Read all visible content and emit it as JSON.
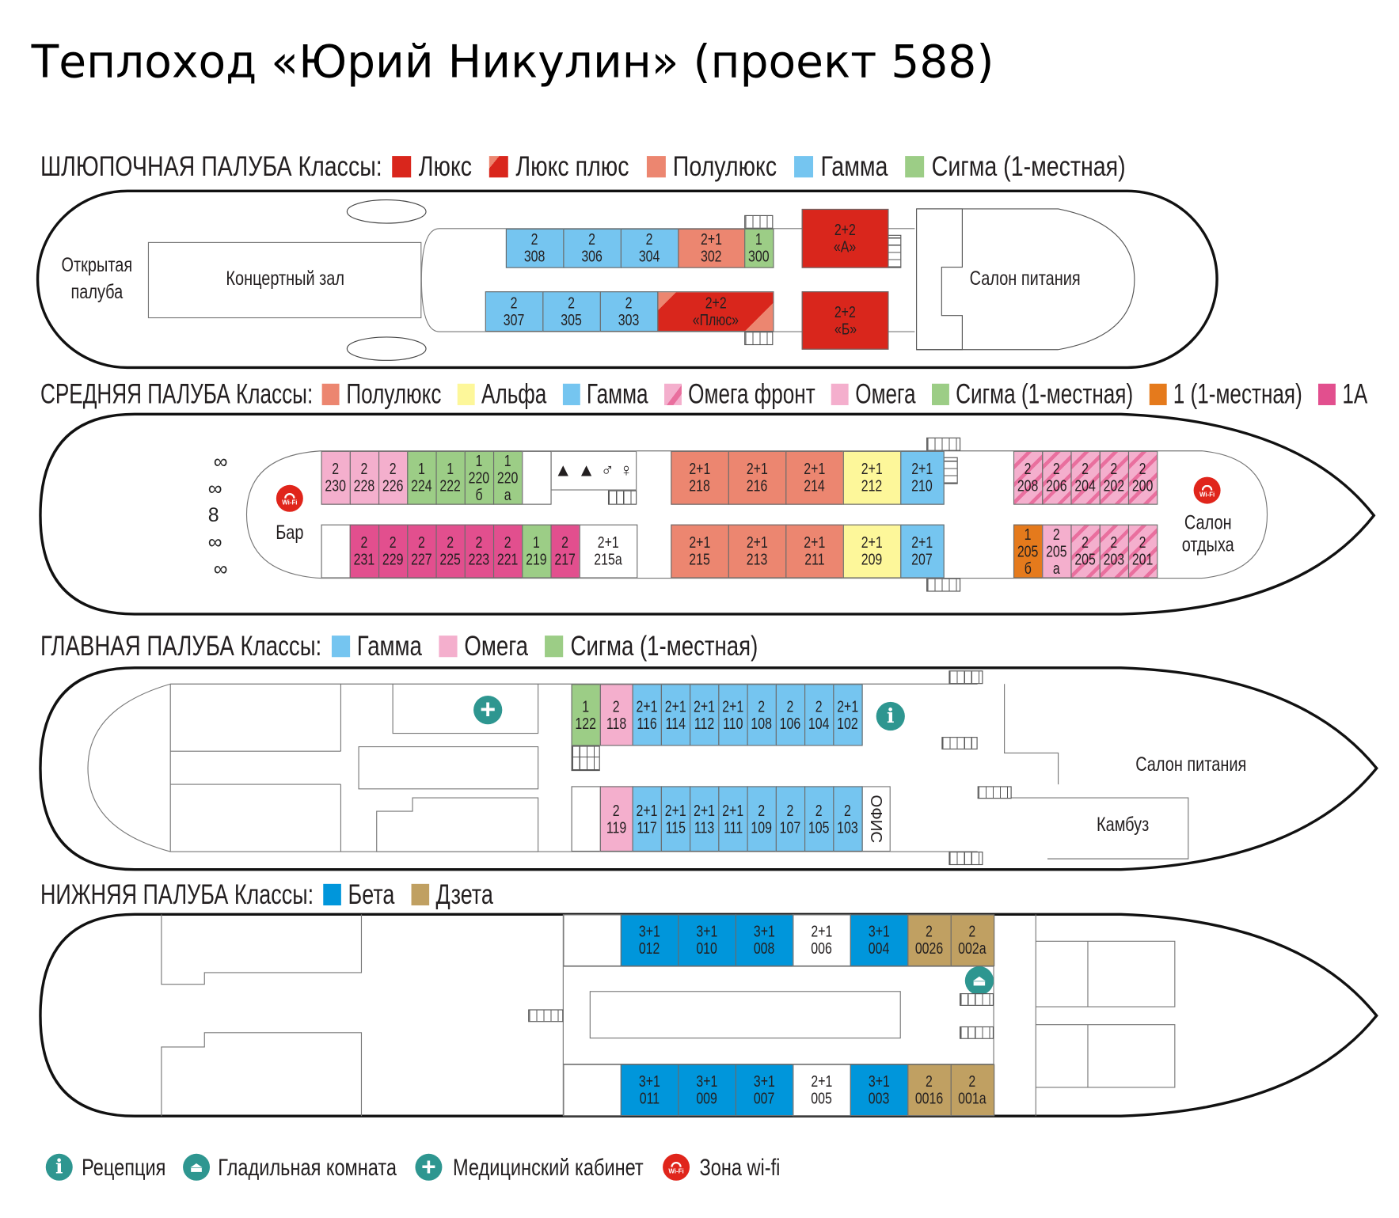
{
  "title": "Теплоход «Юрий Никулин» (проект 588)",
  "colors": {
    "lux": "#d9261c",
    "semilux": "#ec8670",
    "gamma": "#75c5f0",
    "sigma": "#9ccd86",
    "alpha": "#fdf79a",
    "omega": "#f4afcd",
    "omega_front_stripe": "#e96f9e",
    "single": "#e57a1c",
    "a1": "#e24f8e",
    "beta": "#0096db",
    "zeta": "#c0a062",
    "icon_teal": "#2e9690"
  },
  "decks": [
    {
      "name": "ШЛЮПОЧНАЯ ПАЛУБА Классы:",
      "legend": [
        "Люкс",
        "Люкс плюс",
        "Полулюкс",
        "Гамма",
        "Сигма (1-местная)"
      ],
      "areas": {
        "open_deck_1": "Открытая",
        "open_deck_2": "палуба",
        "concert_hall": "Концертный зал",
        "dining": "Салон питания"
      },
      "rows": [
        {
          "rooms": [
            {
              "l": [
                "2",
                "308"
              ],
              "c": "gamma"
            },
            {
              "l": [
                "2",
                "306"
              ],
              "c": "gamma"
            },
            {
              "l": [
                "2",
                "304"
              ],
              "c": "gamma"
            },
            {
              "l": [
                "2+1",
                "302"
              ],
              "c": "semilux"
            },
            {
              "l": [
                "1",
                "300"
              ],
              "c": "sigma"
            }
          ]
        },
        {
          "rooms": [
            {
              "l": [
                "2+2",
                "«А»"
              ],
              "c": "lux"
            }
          ]
        },
        {
          "rooms": [
            {
              "l": [
                "2",
                "307"
              ],
              "c": "gamma"
            },
            {
              "l": [
                "2",
                "305"
              ],
              "c": "gamma"
            },
            {
              "l": [
                "2",
                "303"
              ],
              "c": "gamma"
            },
            {
              "l": [
                "2+2",
                "«Плюс»"
              ],
              "c": "luxplus"
            }
          ]
        },
        {
          "rooms": [
            {
              "l": [
                "2+2",
                "«Б»"
              ],
              "c": "lux"
            }
          ]
        }
      ]
    },
    {
      "name": "СРЕДНЯЯ ПАЛУБА Классы:",
      "legend": [
        "Полулюкс",
        "Альфа",
        "Гамма",
        "Омега фронт",
        "Омега",
        "Сигма (1-местная)",
        "1 (1-местная)",
        "1А"
      ],
      "areas": {
        "bar": "Бар",
        "lounge_1": "Салон",
        "lounge_2": "отдыха"
      },
      "rows": [
        {
          "rooms": [
            {
              "l": [
                "2",
                "230"
              ],
              "c": "omega"
            },
            {
              "l": [
                "2",
                "228"
              ],
              "c": "omega"
            },
            {
              "l": [
                "2",
                "226"
              ],
              "c": "omega"
            },
            {
              "l": [
                "1",
                "224"
              ],
              "c": "sigma"
            },
            {
              "l": [
                "1",
                "222"
              ],
              "c": "sigma"
            },
            {
              "l": [
                "1",
                "220",
                "б"
              ],
              "c": "sigma"
            },
            {
              "l": [
                "1",
                "220",
                "а"
              ],
              "c": "sigma"
            },
            {
              "l": [],
              "c": "blank"
            }
          ]
        },
        {
          "rooms": [
            {
              "l": [
                "2+1",
                "218"
              ],
              "c": "semilux"
            },
            {
              "l": [
                "2+1",
                "216"
              ],
              "c": "semilux"
            },
            {
              "l": [
                "2+1",
                "214"
              ],
              "c": "semilux"
            },
            {
              "l": [
                "2+1",
                "212"
              ],
              "c": "alpha"
            },
            {
              "l": [
                "2+1",
                "210"
              ],
              "c": "gamma"
            }
          ]
        },
        {
          "rooms": [
            {
              "l": [
                "2",
                "208"
              ],
              "c": "omegafront"
            },
            {
              "l": [
                "2",
                "206"
              ],
              "c": "omegafront"
            },
            {
              "l": [
                "2",
                "204"
              ],
              "c": "omegafront"
            },
            {
              "l": [
                "2",
                "202"
              ],
              "c": "omegafront"
            },
            {
              "l": [
                "2",
                "200"
              ],
              "c": "omegafront"
            }
          ]
        },
        {
          "rooms": [
            {
              "l": [],
              "c": "blank"
            },
            {
              "l": [
                "2",
                "231"
              ],
              "c": "a1"
            },
            {
              "l": [
                "2",
                "229"
              ],
              "c": "a1"
            },
            {
              "l": [
                "2",
                "227"
              ],
              "c": "a1"
            },
            {
              "l": [
                "2",
                "225"
              ],
              "c": "a1"
            },
            {
              "l": [
                "2",
                "223"
              ],
              "c": "a1"
            },
            {
              "l": [
                "2",
                "221"
              ],
              "c": "a1"
            },
            {
              "l": [
                "1",
                "219"
              ],
              "c": "sigma"
            },
            {
              "l": [
                "2",
                "217"
              ],
              "c": "a1"
            },
            {
              "l": [
                "2+1",
                "215а"
              ],
              "c": "white"
            }
          ]
        },
        {
          "rooms": [
            {
              "l": [
                "2+1",
                "215"
              ],
              "c": "semilux"
            },
            {
              "l": [
                "2+1",
                "213"
              ],
              "c": "semilux"
            },
            {
              "l": [
                "2+1",
                "211"
              ],
              "c": "semilux"
            },
            {
              "l": [
                "2+1",
                "209"
              ],
              "c": "alpha"
            },
            {
              "l": [
                "2+1",
                "207"
              ],
              "c": "gamma"
            }
          ]
        },
        {
          "rooms": [
            {
              "l": [
                "1",
                "205",
                "б"
              ],
              "c": "single"
            },
            {
              "l": [
                "2",
                "205",
                "а"
              ],
              "c": "omega"
            },
            {
              "l": [
                "2",
                "205"
              ],
              "c": "omegafront"
            },
            {
              "l": [
                "2",
                "203"
              ],
              "c": "omegafront"
            },
            {
              "l": [
                "2",
                "201"
              ],
              "c": "omegafront"
            }
          ]
        }
      ]
    },
    {
      "name": "ГЛАВНАЯ ПАЛУБА Классы:",
      "legend": [
        "Гамма",
        "Омега",
        "Сигма (1-местная)"
      ],
      "areas": {
        "dining": "Салон питания",
        "galley": "Камбуз",
        "office": "ОФИС"
      },
      "rows": [
        {
          "rooms": [
            {
              "l": [
                "1",
                "122"
              ],
              "c": "sigma"
            },
            {
              "l": [
                "2",
                "118"
              ],
              "c": "omega"
            },
            {
              "l": [
                "2+1",
                "116"
              ],
              "c": "gamma"
            },
            {
              "l": [
                "2+1",
                "114"
              ],
              "c": "gamma"
            },
            {
              "l": [
                "2+1",
                "112"
              ],
              "c": "gamma"
            },
            {
              "l": [
                "2+1",
                "110"
              ],
              "c": "gamma"
            },
            {
              "l": [
                "2",
                "108"
              ],
              "c": "gamma"
            },
            {
              "l": [
                "2",
                "106"
              ],
              "c": "gamma"
            },
            {
              "l": [
                "2",
                "104"
              ],
              "c": "gamma"
            },
            {
              "l": [
                "2+1",
                "102"
              ],
              "c": "gamma"
            }
          ]
        },
        {
          "rooms": [
            {
              "l": [],
              "c": "blank"
            },
            {
              "l": [
                "2",
                "119"
              ],
              "c": "omega"
            },
            {
              "l": [
                "2+1",
                "117"
              ],
              "c": "gamma"
            },
            {
              "l": [
                "2+1",
                "115"
              ],
              "c": "gamma"
            },
            {
              "l": [
                "2+1",
                "113"
              ],
              "c": "gamma"
            },
            {
              "l": [
                "2+1",
                "111"
              ],
              "c": "gamma"
            },
            {
              "l": [
                "2",
                "109"
              ],
              "c": "gamma"
            },
            {
              "l": [
                "2",
                "107"
              ],
              "c": "gamma"
            },
            {
              "l": [
                "2",
                "105"
              ],
              "c": "gamma"
            },
            {
              "l": [
                "2",
                "103"
              ],
              "c": "gamma"
            }
          ]
        }
      ]
    },
    {
      "name": "НИЖНЯЯ ПАЛУБА Классы:",
      "legend": [
        "Бета",
        "Дзета"
      ],
      "rows": [
        {
          "rooms": [
            {
              "l": [],
              "c": "blank"
            },
            {
              "l": [
                "3+1",
                "012"
              ],
              "c": "beta"
            },
            {
              "l": [
                "3+1",
                "010"
              ],
              "c": "beta"
            },
            {
              "l": [
                "3+1",
                "008"
              ],
              "c": "beta"
            },
            {
              "l": [
                "2+1",
                "006"
              ],
              "c": "white"
            },
            {
              "l": [
                "3+1",
                "004"
              ],
              "c": "beta"
            },
            {
              "l": [
                "2",
                "0026"
              ],
              "c": "zeta"
            },
            {
              "l": [
                "2",
                "002а"
              ],
              "c": "zeta"
            }
          ]
        },
        {
          "rooms": [
            {
              "l": [],
              "c": "blank"
            },
            {
              "l": [
                "3+1",
                "011"
              ],
              "c": "beta"
            },
            {
              "l": [
                "3+1",
                "009"
              ],
              "c": "beta"
            },
            {
              "l": [
                "3+1",
                "007"
              ],
              "c": "beta"
            },
            {
              "l": [
                "2+1",
                "005"
              ],
              "c": "white"
            },
            {
              "l": [
                "3+1",
                "003"
              ],
              "c": "beta"
            },
            {
              "l": [
                "2",
                "0016"
              ],
              "c": "zeta"
            },
            {
              "l": [
                "2",
                "001а"
              ],
              "c": "zeta"
            }
          ]
        }
      ]
    }
  ],
  "wifi_label": "Wi-Fi",
  "footer_legend": [
    "Рецепция",
    "Гладильная комната",
    "Медицинский кабинет",
    "Зона wi-fi"
  ]
}
